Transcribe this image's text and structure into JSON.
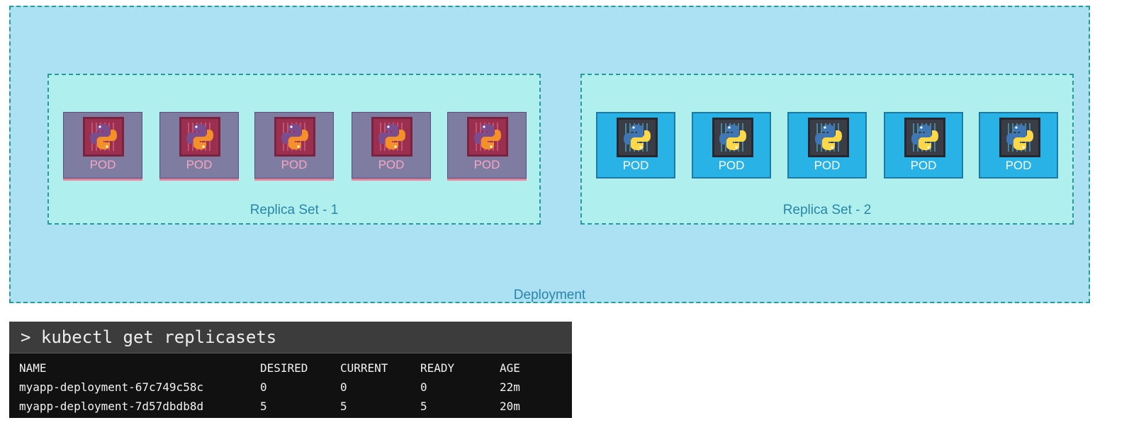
{
  "deployment": {
    "label": "Deployment"
  },
  "replica_sets": [
    {
      "label": "Replica Set - 1",
      "pods": [
        "POD",
        "POD",
        "POD",
        "POD",
        "POD"
      ]
    },
    {
      "label": "Replica Set - 2",
      "pods": [
        "POD",
        "POD",
        "POD",
        "POD",
        "POD"
      ]
    }
  ],
  "terminal": {
    "command": "> kubectl get replicasets",
    "headers": [
      "NAME",
      "DESIRED",
      "CURRENT",
      "READY",
      "AGE"
    ],
    "rows": [
      [
        "myapp-deployment-67c749c58c",
        "0",
        "0",
        "0",
        "22m"
      ],
      [
        "myapp-deployment-7d57dbdb8d",
        "5",
        "5",
        "5",
        "20m"
      ]
    ]
  },
  "colors": {
    "deployment_bg": "#abe1f3",
    "replicaset_bg": "#aff0ef",
    "old_pod": "#7e7ca1",
    "new_pod": "#29b2e6",
    "border": "#279a9a"
  },
  "icons": {
    "pod": "python-container-icon"
  }
}
